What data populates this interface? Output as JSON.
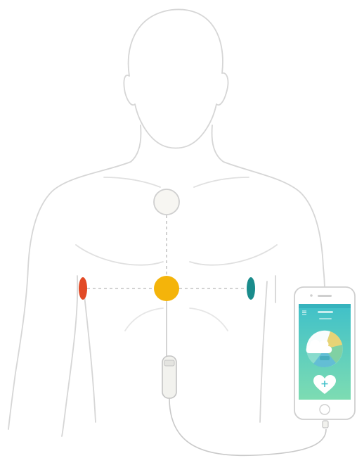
{
  "figure": {
    "subject": "male-torso-outline",
    "electrodes": [
      {
        "id": "top-center",
        "color": "#f7f6f2",
        "stroke": "#cfcfcf"
      },
      {
        "id": "center",
        "color": "#f4b40a"
      },
      {
        "id": "left",
        "color": "#e24a26"
      },
      {
        "id": "right",
        "color": "#1a8c8c"
      }
    ],
    "lead_wire_style": "dashed",
    "recorder": {
      "color": "#f2f2ee"
    }
  },
  "phone": {
    "screen_gradient": [
      "#3fc0c9",
      "#7ddcb2"
    ],
    "icons": [
      "menu-icon",
      "heart-plus-icon",
      "home-button-icon"
    ],
    "chart_colors": [
      "#ffffff",
      "#f2d36b",
      "#7fcf9f",
      "#5cb8d6"
    ]
  }
}
